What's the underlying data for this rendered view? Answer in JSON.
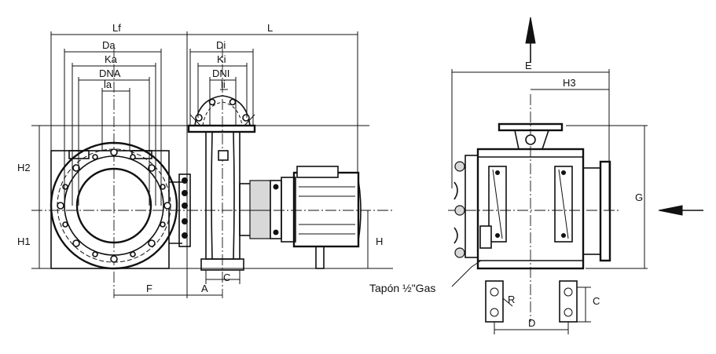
{
  "labels": {
    "Lf": "Lf",
    "L": "L",
    "Da": "Da",
    "Ka": "Ka",
    "DNA": "DNA",
    "la": "la",
    "Di": "Di",
    "Ki": "Ki",
    "DNI": "DNI",
    "li": "li",
    "H2": "H2",
    "H1": "H1",
    "H": "H",
    "F": "F",
    "A": "A",
    "C_front": "C",
    "E": "E",
    "H3": "H3",
    "G": "G",
    "C_side": "C",
    "D": "D",
    "R": "R"
  },
  "note": {
    "plug": "Tapón ½\"Gas"
  }
}
